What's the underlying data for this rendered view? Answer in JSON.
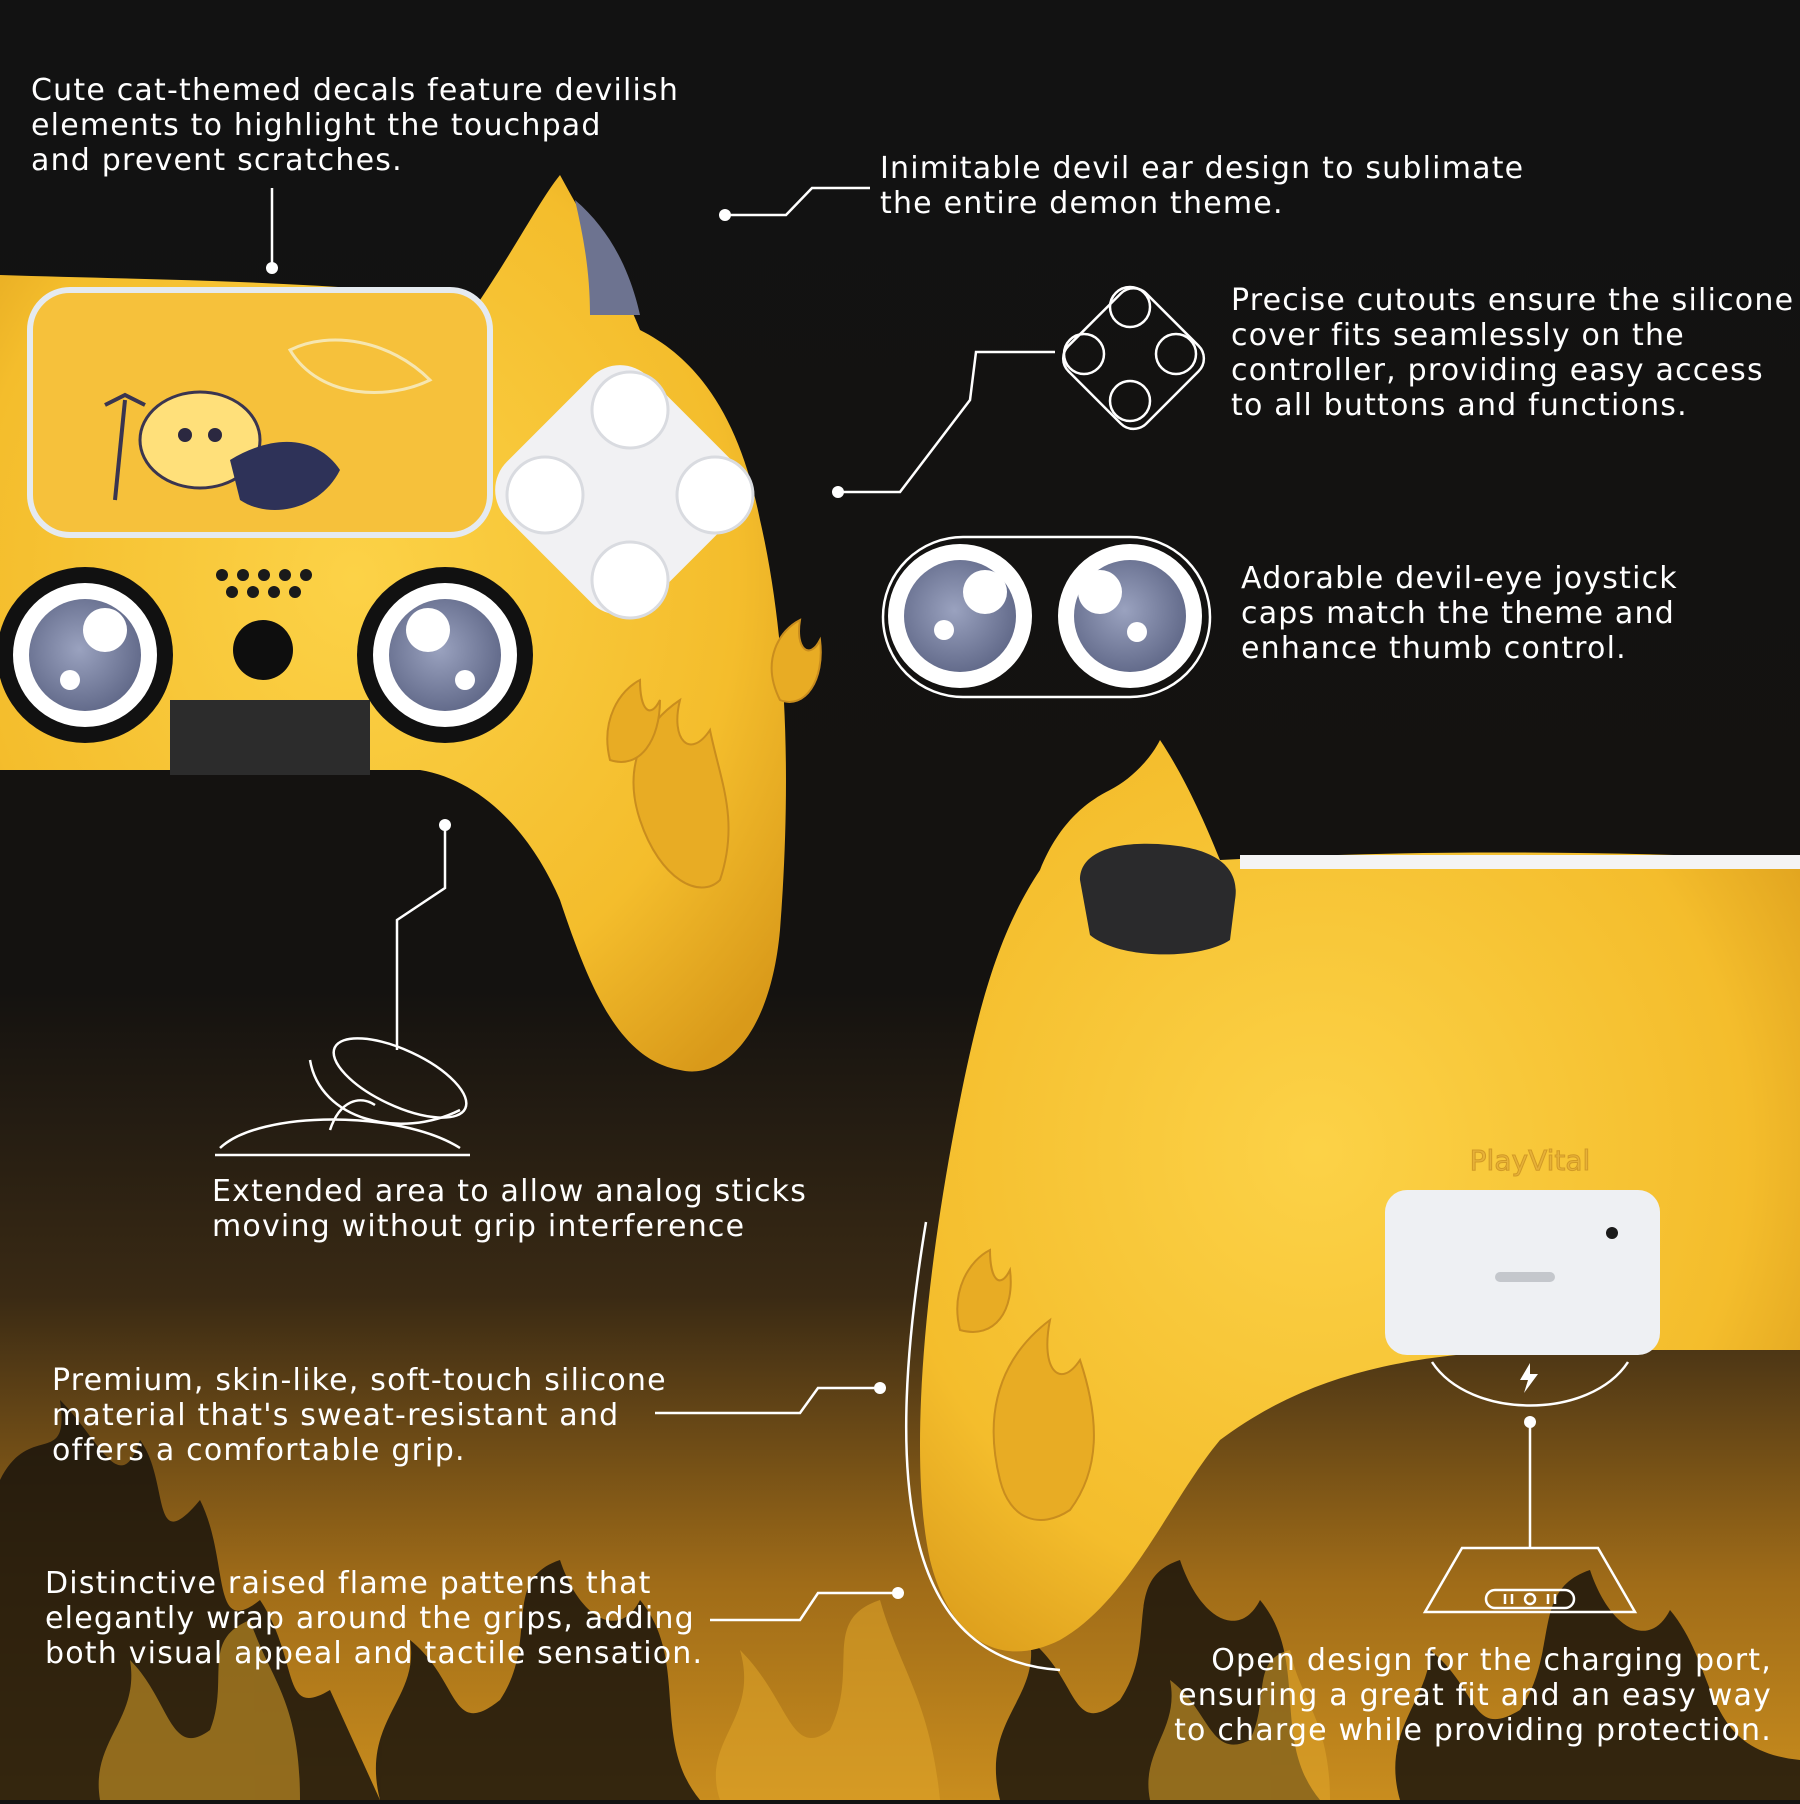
{
  "captions": {
    "touchpad_decal": "Cute cat-themed decals feature devilish\nelements to highlight the touchpad\nand prevent scratches.",
    "devil_ear": "Inimitable devil ear design to sublimate\nthe entire demon theme.",
    "cutouts": "Precise cutouts ensure the silicone\ncover fits seamlessly on the\ncontroller, providing easy access\nto all buttons and functions.",
    "joystick_caps": "Adorable devil-eye joystick\ncaps match the theme and\nenhance thumb control.",
    "analog_area": "Extended area to allow analog sticks\nmoving without grip interference",
    "silicone_material": "Premium, skin-like, soft-touch silicone\nmaterial that's sweat-resistant and\noffers a comfortable grip.",
    "flame_patterns": "Distinctive raised flame patterns that\nelegantly wrap around the grips, adding\nboth visual appeal and tactile sensation.",
    "charging_port": "Open design for the charging port,\nensuring a great fit and an easy way\nto charge while providing protection."
  },
  "brand_logo": "PlayVital",
  "colors": {
    "background": "#121212",
    "cover_yellow": "#f4bd2c",
    "cover_shadow": "#d99a1a",
    "flame_dark": "#2a1e10",
    "callout_line": "#ffffff",
    "joystick_iris": "#7d86a8",
    "charging_port_white": "#eef0f3"
  }
}
